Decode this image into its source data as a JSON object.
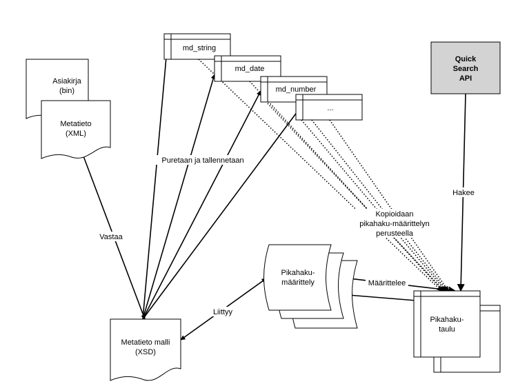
{
  "nodes": {
    "asiakirja": {
      "line1": "Asiakirja",
      "line2": "(bin)"
    },
    "metatieto_xml": {
      "line1": "Metatieto",
      "line2": "(XML)"
    },
    "md_string": {
      "label": "md_string"
    },
    "md_date": {
      "label": "md_date"
    },
    "md_number": {
      "label": "md_number"
    },
    "md_more": {
      "label": "..."
    },
    "quick_search_api": {
      "line1": "Quick",
      "line2": "Search",
      "line3": "API"
    },
    "pikahaku_maarittely": {
      "line1": "Pikahaku-",
      "line2": "määrittely"
    },
    "metatieto_malli": {
      "line1": "Metatieto malli",
      "line2": "(XSD)"
    },
    "pikahaku_taulu": {
      "line1": "Pikahaku-",
      "line2": "taulu"
    }
  },
  "edges": {
    "vastaa": "Vastaa",
    "puretaan": "Puretaan ja tallennetaan",
    "liittyy": "Liittyy",
    "maarittelee": "Määrittelee",
    "hakee": "Hakee",
    "kopioidaan": {
      "line1": "Kopioidaan",
      "line2": "pikahaku-määrittelyn",
      "line3": "perusteella"
    }
  }
}
